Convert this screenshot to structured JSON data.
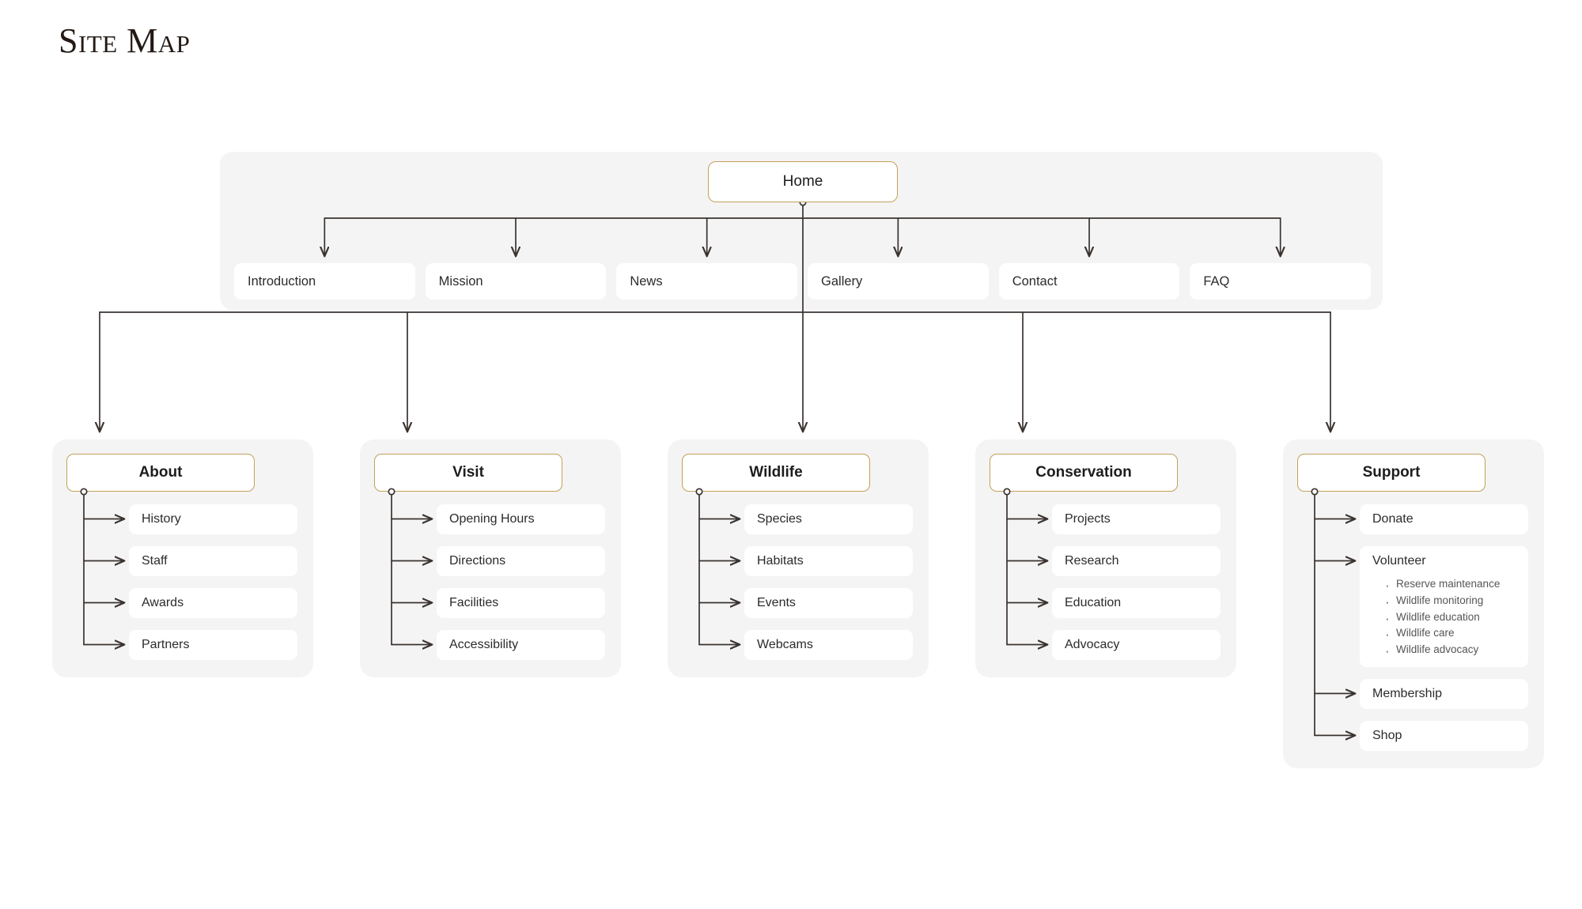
{
  "page": {
    "title": "Site Map",
    "accent_color": "#c3a059",
    "panel_bg": "#f4f4f4",
    "node_bg": "#ffffff",
    "line_color": "#3a3330",
    "canvas_bg": "#ffffff"
  },
  "root": {
    "label": "Home"
  },
  "top_nav": [
    {
      "label": "Introduction"
    },
    {
      "label": "Mission"
    },
    {
      "label": "News"
    },
    {
      "label": "Gallery"
    },
    {
      "label": "Contact"
    },
    {
      "label": "FAQ"
    }
  ],
  "sections": [
    {
      "label": "About",
      "children": [
        {
          "label": "History"
        },
        {
          "label": "Staff"
        },
        {
          "label": "Awards"
        },
        {
          "label": "Partners"
        }
      ]
    },
    {
      "label": "Visit",
      "children": [
        {
          "label": "Opening Hours"
        },
        {
          "label": "Directions"
        },
        {
          "label": "Facilities"
        },
        {
          "label": "Accessibility"
        }
      ]
    },
    {
      "label": "Wildlife",
      "children": [
        {
          "label": "Species"
        },
        {
          "label": "Habitats"
        },
        {
          "label": "Events"
        },
        {
          "label": "Webcams"
        }
      ]
    },
    {
      "label": "Conservation",
      "children": [
        {
          "label": "Projects"
        },
        {
          "label": "Research"
        },
        {
          "label": "Education"
        },
        {
          "label": "Advocacy"
        }
      ]
    },
    {
      "label": "Support",
      "children": [
        {
          "label": "Donate"
        },
        {
          "label": "Volunteer",
          "bullets": [
            "Reserve maintenance",
            "Wildlife monitoring",
            "Wildlife education",
            "Wildlife care",
            "Wildlife advocacy"
          ]
        },
        {
          "label": "Membership"
        },
        {
          "label": "Shop"
        }
      ]
    }
  ]
}
